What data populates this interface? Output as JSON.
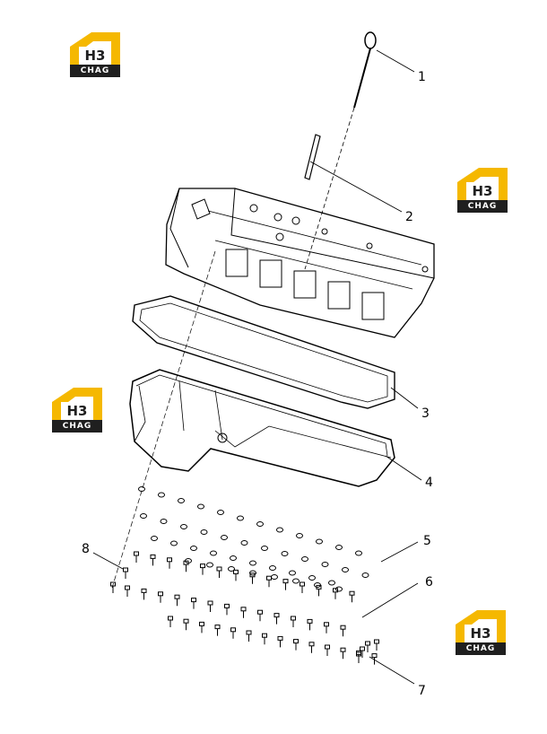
{
  "logo": {
    "mark": "H3",
    "name": "CHAG",
    "colors": {
      "yellow": "#f5b800",
      "dark": "#1f1f1f"
    }
  },
  "callouts": [
    "1",
    "2",
    "3",
    "4",
    "5",
    "6",
    "7",
    "8"
  ],
  "parts": {
    "dipstick-icon": "dipstick",
    "guide-tube-icon": "dipstick guide tube",
    "engine-block-icon": "engine block lower section",
    "gasket-icon": "oil pan gasket",
    "oil-pan-icon": "oil pan",
    "washer-icon": "washer",
    "bolt-icon": "bolt"
  }
}
